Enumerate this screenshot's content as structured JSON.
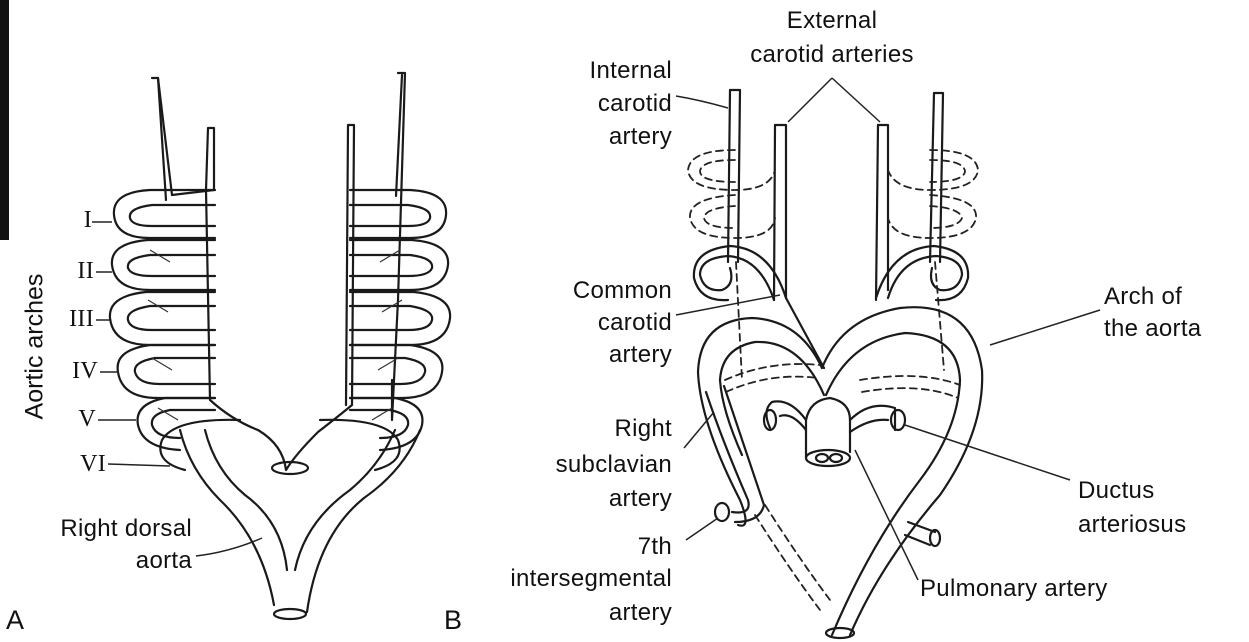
{
  "figure_a": {
    "panel_label": "A",
    "group_label": "Aortic arches",
    "arches": [
      "I",
      "II",
      "III",
      "IV",
      "V",
      "VI"
    ],
    "dorsal_aorta_label": [
      "Right dorsal",
      "aorta"
    ]
  },
  "figure_b": {
    "panel_label": "B",
    "external_carotid": [
      "External",
      "carotid arteries"
    ],
    "internal_carotid": [
      "Internal",
      "carotid",
      "artery"
    ],
    "common_carotid": [
      "Common",
      "carotid",
      "artery"
    ],
    "right_subclavian": [
      "Right",
      "subclavian",
      "artery"
    ],
    "seventh_intersegmental": [
      "7th",
      "intersegmental",
      "artery"
    ],
    "arch_of_aorta": [
      "Arch of",
      "the aorta"
    ],
    "ductus_arteriosus": [
      "Ductus",
      "arteriosus"
    ],
    "pulmonary_artery": "Pulmonary artery"
  }
}
